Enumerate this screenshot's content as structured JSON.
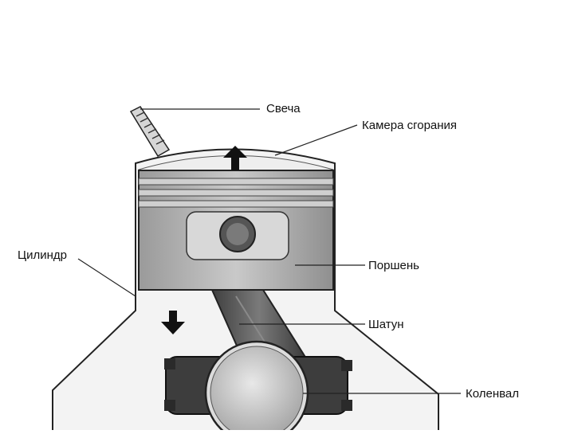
{
  "diagram": {
    "labels": {
      "spark_plug": "Свеча",
      "combustion_chamber": "Камера сгорания",
      "cylinder": "Цилиндр",
      "piston": "Поршень",
      "connecting_rod": "Шатун",
      "crankshaft": "Коленвал"
    },
    "arrows": {
      "piston_motion": "up",
      "rod_motion": "down"
    },
    "colors": {
      "background": "#ffffff",
      "outline": "#222222",
      "piston_body": "#a9a9a9",
      "rod": "#555555",
      "crank_journal": "#c8c8c8"
    }
  }
}
